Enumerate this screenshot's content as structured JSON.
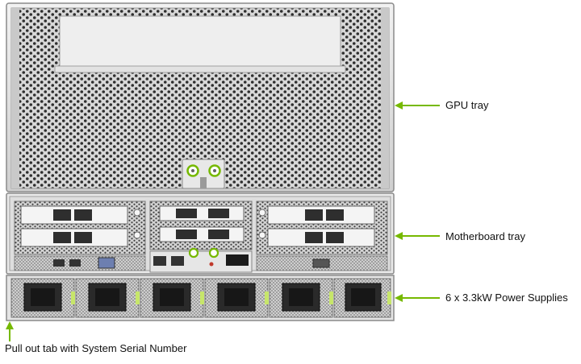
{
  "labels": {
    "gpu_tray": "GPU tray",
    "motherboard_tray": "Motherboard tray",
    "power_supplies": "6 x 3.3kW Power Supplies",
    "pull_out_tab": "Pull out tab with System Serial Number"
  },
  "colors": {
    "accent_green": "#76b900",
    "chassis_light": "#e6e6e6",
    "chassis_mid": "#bdbdbd",
    "chassis_dark": "#3a3a3a"
  },
  "power_supply_count": 6
}
